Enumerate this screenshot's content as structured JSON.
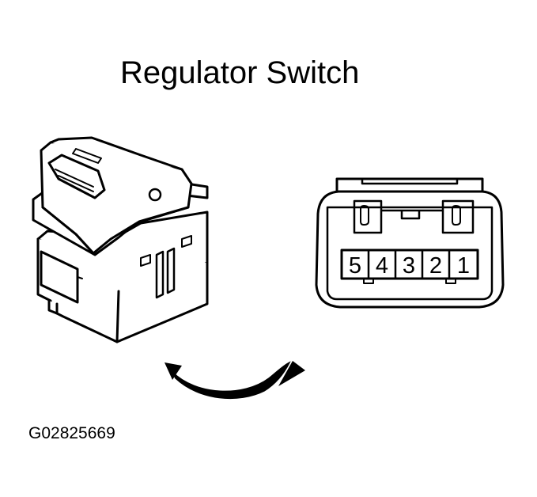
{
  "title": "Regulator Switch",
  "figure_code": "G02825669",
  "connector": {
    "terminals": [
      "5",
      "4",
      "3",
      "2",
      "1"
    ]
  }
}
